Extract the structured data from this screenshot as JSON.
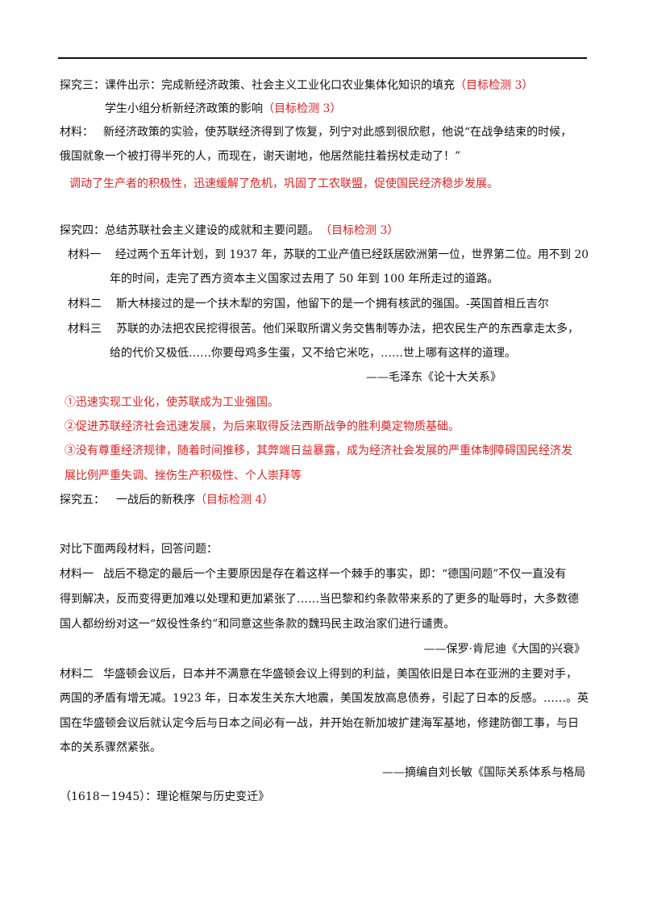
{
  "section3": {
    "label": "探究三：",
    "line1": "课件出示：完成新经济政策、社会主义工业化口农业集体化知识的填充",
    "line1_tag": "（目标检测 3）",
    "line2": "学生小组分析新经济政策的影响",
    "line2_tag": "（目标检测 3）",
    "material_label": "材料：",
    "material_l1": "新经济政策的实验，使苏联经济得到了恢复，列宁对此感到很欣慰，他说“在战争结束的时候，",
    "material_l2": "俄国就象一个被打得半死的人，而现在，谢天谢地，他居然能拄着拐杖走动了！”",
    "answer": "调动了生产者的积极性，迅速缓解了危机，巩固了工农联盟，促使国民经济稳步发展。"
  },
  "section4": {
    "label": "探究四：",
    "title": "总结苏联社会主义建设的成就和主要问题。",
    "tag": "（目标检测 3）",
    "m1_label": "材料一",
    "m1_l1": "经过两个五年计划，到 1937 年，苏联的工业产值已经跃居欧洲第一位，世界第二位。用不到 20",
    "m1_l2": "年的时间，走完了西方资本主义国家过去用了 50 年到 100 年所走过的道路。",
    "m2_label": "材料二",
    "m2_text": "斯大林接过的是一个扶木犁的穷国，他留下的是一个拥有核武的强国。-英国首相丘吉尔",
    "m3_label": "材料三",
    "m3_l1": "苏联的办法把农民挖得很苦。他们采取所谓义务交售制等办法，把农民生产的东西拿走太多，",
    "m3_l2": "给的代价又极低……你要母鸡多生蛋，又不给它米吃，……世上哪有这样的道理。",
    "m3_source": "——毛泽东《论十大关系》",
    "ans1": "①迅速实现工业化，使苏联成为工业强国。",
    "ans2": "②促进苏联经济社会迅速发展，为后来取得反法西斯战争的胜利奠定物质基础。",
    "ans3_l1": "③没有尊重经济规律，随着时间推移，其弊端日益暴露，成为经济社会发展的严重体制障碍国民经济发",
    "ans3_l2": "展比例严重失调、挫伤生产积极性、个人崇拜等"
  },
  "section5": {
    "label": "探究五：",
    "title": "一战后的新秩序",
    "tag": "（目标检测 4）",
    "intro": "对比下面两段材料，回答问题：",
    "m1_label": "材料一",
    "m1_l1": "战后不稳定的最后一个主要原因是存在着这样一个棘手的事实，即：“德国问题”不仅一直没有",
    "m1_l2": "得到解决，反而变得更加难以处理和更加紧张了……当巴黎和约条款带来系的了更多的耻辱时，大多数德",
    "m1_l3": "国人都纷纷对这一“奴役性条约”和同意这些条款的魏玛民主政治家们进行谴责。",
    "m1_source": "——保罗·肯尼迪《大国的兴衰》",
    "m2_label": "材料二",
    "m2_l1": "华盛顿会议后，日本并不满意在华盛顿会议上得到的利益，美国依旧是日本在亚洲的主要对手，",
    "m2_l2": "两国的矛盾有增无减。1923 年，日本发生关东大地震，美国发放高息债券，引起了日本的反感。……。英",
    "m2_l3": "国在华盛顿会议后就认定今后与日本之间必有一战，并开始在新加坡扩建海军基地，修建防御工事，与日",
    "m2_l4": "本的关系骤然紧张。",
    "m2_source": "——摘编自刘长敏《国际关系体系与格局",
    "m2_source_cont": "（1618－1945）：理论框架与历史变迁》"
  },
  "colors": {
    "text": "#111111",
    "highlight_red": "#e02020",
    "rule": "#111111"
  }
}
